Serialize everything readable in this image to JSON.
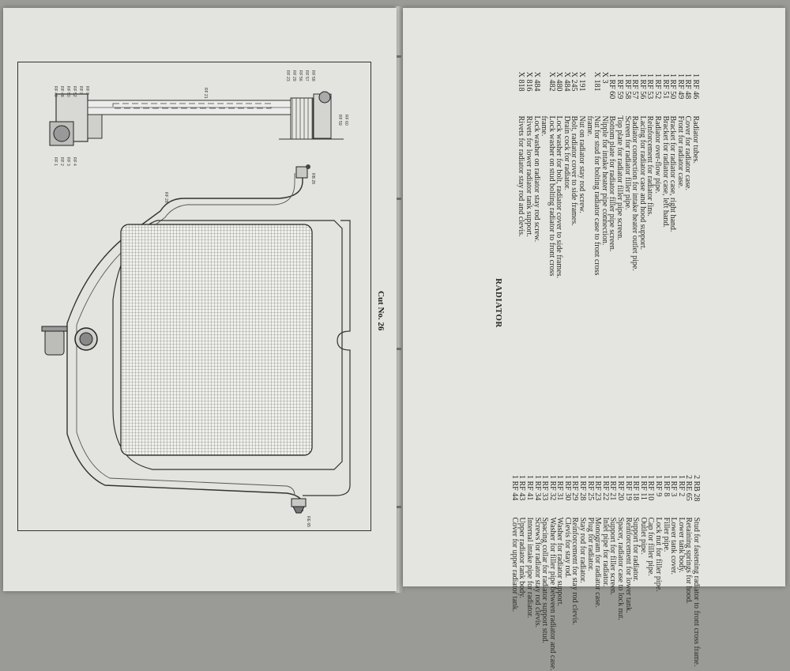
{
  "figure": {
    "caption": "Cut No. 26",
    "callouts": [
      "RF 49",
      "RF 48",
      "RF 50",
      "RF 52",
      "RF 9",
      "RF 8",
      "RF 21",
      "RF 23",
      "RF 29",
      "RF 56",
      "RF 57",
      "RF 58",
      "RF 59",
      "RF 60",
      "RF 1",
      "RF 2",
      "RF 3",
      "RF 4",
      "RF 28",
      "RB 28",
      "RE 65"
    ]
  },
  "parts_list": {
    "title": "RADIATOR",
    "column_right_of_title": [
      {
        "qty": "1",
        "part": "RF 46",
        "desc": "Radiator tubes."
      },
      {
        "qty": "1",
        "part": "RF 48",
        "desc": "Cover for radiator case."
      },
      {
        "qty": "1",
        "part": "RF 49",
        "desc": "Front for radiator case."
      },
      {
        "qty": "1",
        "part": "RF 50",
        "desc": "Bracket for radiator case, right hand."
      },
      {
        "qty": "1",
        "part": "RF 51",
        "desc": "Bracket for radiator case, left hand."
      },
      {
        "qty": "1",
        "part": "RF 52",
        "desc": "Radiator over-flow pipe."
      },
      {
        "qty": "1",
        "part": "RF 53",
        "desc": "Reinforcement for radiator fins."
      },
      {
        "qty": "1",
        "part": "RF 56",
        "desc": "Lacing for radiator case and hood support."
      },
      {
        "qty": "1",
        "part": "RF 57",
        "desc": "Radiator connection for intake heater outlet pipe."
      },
      {
        "qty": "1",
        "part": "RF 58",
        "desc": "Screen for radiator filler pipe."
      },
      {
        "qty": "1",
        "part": "RF 59",
        "desc": "Top plate for radiator filler pipe screen."
      },
      {
        "qty": "1",
        "part": "RF 60",
        "desc": "Bottom plate for radiator filler pipe screen."
      },
      {
        "qty": "X",
        "part": "3",
        "desc": "Nipple for intake heater pipe connection."
      },
      {
        "qty": "X",
        "part": "181",
        "desc": "Nut for stud for bolting radiator case to front cross"
      },
      {
        "qty": "",
        "part": "",
        "desc": "frame."
      },
      {
        "qty": "X",
        "part": "191",
        "desc": "Nut on radiator stay rod screw."
      },
      {
        "qty": "X",
        "part": "245",
        "desc": "Bolt, radiator cover to side frames."
      },
      {
        "qty": "X",
        "part": "484",
        "desc": "Drain cock for radiator."
      },
      {
        "qty": "X",
        "part": "480",
        "desc": "Lock washer for bolt, radiator cover to side frames."
      },
      {
        "qty": "X",
        "part": "482",
        "desc": "Lock washer on stud bolting radiator to front cross"
      },
      {
        "qty": "",
        "part": "",
        "desc": "frame."
      },
      {
        "qty": "X",
        "part": "484",
        "desc": "Lock washer on radiator stay rod screw."
      },
      {
        "qty": "X",
        "part": "816",
        "desc": "Rivets for lower radiator tank support."
      },
      {
        "qty": "X",
        "part": "818",
        "desc": "Rivets for radiator stay rod and clevis."
      }
    ],
    "column_left_of_title": [
      {
        "qty": "2",
        "part": "RB 28",
        "desc": "Stud for fastening radiator to front cross frame."
      },
      {
        "qty": "2",
        "part": "RE 65",
        "desc": "Retaining springs for hood."
      },
      {
        "qty": "1",
        "part": "RF 2",
        "desc": "Lower tank body."
      },
      {
        "qty": "1",
        "part": "RF 3",
        "desc": "Lower tank cover."
      },
      {
        "qty": "1",
        "part": "RF 8",
        "desc": "Filler pipe."
      },
      {
        "qty": "1",
        "part": "RF 9",
        "desc": "Lock nut for filler pipe."
      },
      {
        "qty": "1",
        "part": "RF 10",
        "desc": "Cap for filler pipe."
      },
      {
        "qty": "1",
        "part": "RF 11",
        "desc": "Outlet pipe."
      },
      {
        "qty": "1",
        "part": "RF 18",
        "desc": "Support for radiator."
      },
      {
        "qty": "1",
        "part": "RF 19",
        "desc": "Reinforcement for lower tank."
      },
      {
        "qty": "1",
        "part": "RF 20",
        "desc": "Spacer, radiator case to lock nut."
      },
      {
        "qty": "1",
        "part": "RF 21",
        "desc": "Support for filler screen."
      },
      {
        "qty": "1",
        "part": "RF 22",
        "desc": "Inlet pipe for radiator."
      },
      {
        "qty": "1",
        "part": "RF 23",
        "desc": "Monogram for radiator case."
      },
      {
        "qty": "1",
        "part": "RF 25",
        "desc": "Plug for radiator."
      },
      {
        "qty": "1",
        "part": "RF 28",
        "desc": "Stay rod for radiator."
      },
      {
        "qty": "1",
        "part": "RF 29",
        "desc": "Reinforcement for stay rod clevis."
      },
      {
        "qty": "1",
        "part": "RF 30",
        "desc": "Clevis for stay rod."
      },
      {
        "qty": "1",
        "part": "RF 31",
        "desc": "Washer for radiator support."
      },
      {
        "qty": "1",
        "part": "RF 32",
        "desc": "Washer for filler pipe between radiator and case."
      },
      {
        "qty": "1",
        "part": "RF 33",
        "desc": "Spacing collar for radiator support stud."
      },
      {
        "qty": "1",
        "part": "RF 34",
        "desc": "Screws for radiator stay rod clevis."
      },
      {
        "qty": "1",
        "part": "RF 41",
        "desc": "Internal intake pipe for radiator."
      },
      {
        "qty": "1",
        "part": "RF 43",
        "desc": "Upper radiator tank body."
      },
      {
        "qty": "1",
        "part": "RF 44",
        "desc": "Cover for upper radiator tank."
      }
    ]
  }
}
